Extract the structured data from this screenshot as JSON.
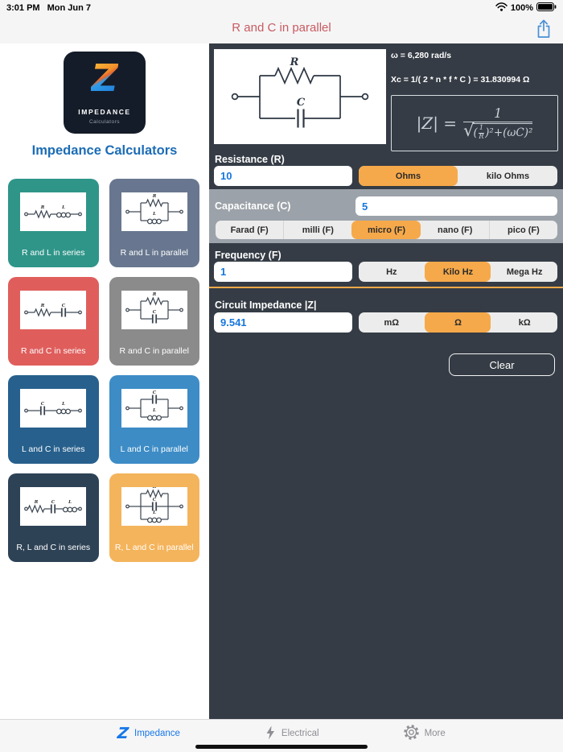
{
  "status_bar": {
    "time": "3:01 PM",
    "date": "Mon Jun 7",
    "battery_level": "100%",
    "wifi_icon": "wifi-icon",
    "battery_icon": "battery-icon"
  },
  "header": {
    "title": "R and C in parallel",
    "share_icon": "share-icon"
  },
  "sidebar": {
    "logo": {
      "z": "Z",
      "name": "IMPEDANCE",
      "subtitle": "Calculators"
    },
    "title": "Impedance Calculators",
    "tiles": [
      {
        "label": "R and L in series",
        "type": "series",
        "parts": [
          "R",
          "L"
        ],
        "color": "#2F9589"
      },
      {
        "label": "R and L in parallel",
        "type": "parallel",
        "parts": [
          "R",
          "L"
        ],
        "color": "#68778F"
      },
      {
        "label": "R and C in series",
        "type": "series",
        "parts": [
          "R",
          "C"
        ],
        "color": "#DF5E5C"
      },
      {
        "label": "R and C in parallel",
        "type": "parallel",
        "parts": [
          "R",
          "C"
        ],
        "color": "#8B8B8B"
      },
      {
        "label": "L and C in series",
        "type": "series",
        "parts": [
          "C",
          "L"
        ],
        "color": "#27608D"
      },
      {
        "label": "L and C in parallel",
        "type": "parallel",
        "parts": [
          "C",
          "L"
        ],
        "color": "#3D8CC6"
      },
      {
        "label": "R, L and C in series",
        "type": "series",
        "parts": [
          "R",
          "C",
          "L"
        ],
        "color": "#2E4256"
      },
      {
        "label": "R, L and C in parallel",
        "type": "parallel",
        "parts": [
          "R",
          "C",
          "L"
        ],
        "color": "#F4B45C"
      }
    ]
  },
  "main": {
    "circuit": {
      "r": "R",
      "c": "C"
    },
    "omega_text": "ω = 6,280 rad/s",
    "xc_text": "Xc =  1/( 2 * n * f * C ) = 31.830994 Ω",
    "formula": {
      "lhs": "|Z| =",
      "numerator": "1",
      "sqrt_sign": "√",
      "open": "(",
      "inner_num": "1",
      "inner_den": "R",
      "rest": ")²+(ωC)²"
    },
    "resistance": {
      "label": "Resistance (R)",
      "value": "10",
      "units": [
        "Ohms",
        "kilo Ohms"
      ],
      "selected": "Ohms"
    },
    "capacitance": {
      "label": "Capacitance (C)",
      "value": "5",
      "units": [
        "Farad (F)",
        "milli (F)",
        "micro (F)",
        "nano (F)",
        "pico (F)"
      ],
      "selected": "micro (F)"
    },
    "frequency": {
      "label": "Frequency (F)",
      "value": "1",
      "units": [
        "Hz",
        "Kilo Hz",
        "Mega Hz"
      ],
      "selected": "Kilo Hz"
    },
    "impedance": {
      "label": "Circuit Impedance |Z|",
      "value": "9.541",
      "units": [
        "mΩ",
        "Ω",
        "kΩ"
      ],
      "selected": "Ω"
    },
    "clear_label": "Clear"
  },
  "tab_bar": {
    "tabs": [
      {
        "label": "Impedance",
        "icon": "z-logo-icon",
        "active": true
      },
      {
        "label": "Electrical",
        "icon": "lightning-icon",
        "active": false
      },
      {
        "label": "More",
        "icon": "gear-icon",
        "active": false
      }
    ]
  },
  "colors": {
    "accent_orange": "#F6A94A",
    "panel_dark": "#353C45",
    "input_text_blue": "#1576DE",
    "nav_title_red": "#C85B60",
    "sidebar_title_blue": "#1B6CB5",
    "tab_active_blue": "#1777E8"
  }
}
